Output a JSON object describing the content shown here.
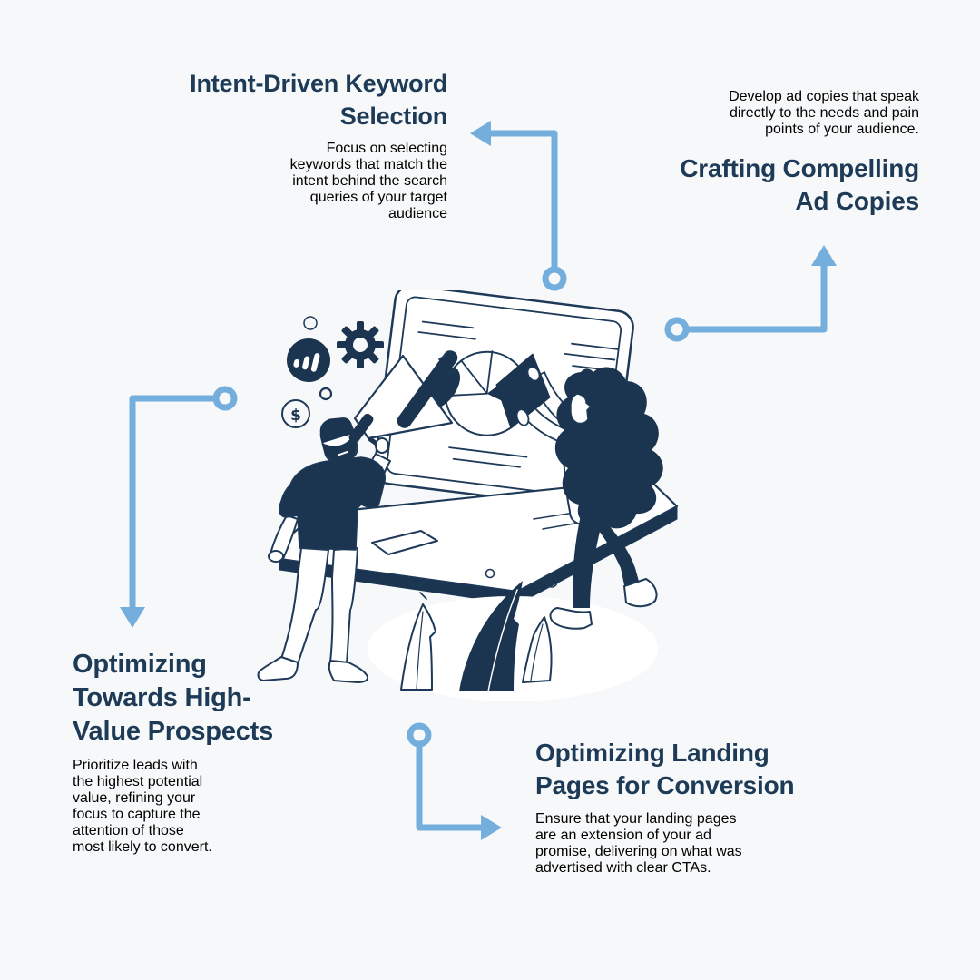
{
  "palette": {
    "background": "#f7f8f9",
    "heading": "#1d3a57",
    "body_text": "#3f5d77",
    "accent_blue": "#73aedd",
    "illustration_navy": "#1b3450"
  },
  "cards": [
    {
      "id": "intent-driven-keyword-selection",
      "title_lines": [
        "Intent-Driven Keyword",
        "Selection"
      ],
      "desc_lines": [
        "Focus on selecting",
        "keywords that match the",
        "intent behind the search",
        "queries of your target",
        "audience"
      ]
    },
    {
      "id": "crafting-compelling-ad-copies",
      "title_lines": [
        "Crafting Compelling",
        "Ad Copies"
      ],
      "desc_lines": [
        "Develop ad copies that speak",
        "directly to the needs and pain",
        "points of your audience."
      ]
    },
    {
      "id": "optimizing-towards-high-value-prospects",
      "title_lines": [
        "Optimizing",
        "Towards High-",
        "Value Prospects"
      ],
      "desc_lines": [
        "Prioritize leads with",
        "the highest potential",
        "value, refining your",
        "focus to capture the",
        "attention of those",
        "most likely to convert."
      ]
    },
    {
      "id": "optimizing-landing-pages-for-conversion",
      "title_lines": [
        "Optimizing Landing",
        "Pages for Conversion"
      ],
      "desc_lines": [
        "Ensure that your landing pages",
        "are an extension of your ad",
        "promise, delivering on what was",
        "advertised with clear CTAs."
      ]
    }
  ],
  "illustration": {
    "description": "Two people at a large laptop: a bearded man shouting through a megaphone and a woman placing a dark tile onto a screen showing a pie chart",
    "icons": [
      "gear-icon",
      "growth-chart-badge-icon",
      "dollar-coin-icon",
      "megaphone-icon",
      "pie-chart-icon",
      "leaf-icons",
      "sparkle-icon"
    ],
    "dollar_symbol": "$"
  }
}
